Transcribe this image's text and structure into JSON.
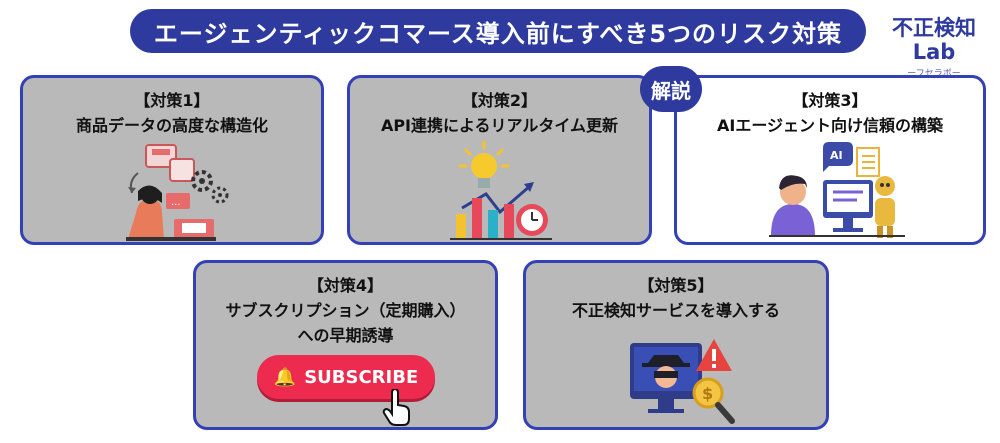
{
  "title": "エージェンティックコマース導入前にすべき5つのリスク対策",
  "brand": {
    "name": "不正検知Lab",
    "tagline": "ーフセラボー"
  },
  "badge": "解説",
  "cards": [
    {
      "head": "【対策1】",
      "body": "商品データの高度な構造化"
    },
    {
      "head": "【対策2】",
      "body": "API連携によるリアルタイム更新"
    },
    {
      "head": "【対策3】",
      "body": "AIエージェント向け信頼の構築"
    },
    {
      "head": "【対策4】",
      "body": "サブスクリプション（定期購入）",
      "body2": "への早期誘導"
    },
    {
      "head": "【対策5】",
      "body": "不正検知サービスを導入する"
    }
  ],
  "subscribe_label": "SUBSCRIBE",
  "ai_label": "AI",
  "colors": {
    "navy": "#2e3a9e",
    "card_border": "#3340b6",
    "card_gray": "#b9b9b9",
    "subscribe_red": "#ec2b4f"
  }
}
